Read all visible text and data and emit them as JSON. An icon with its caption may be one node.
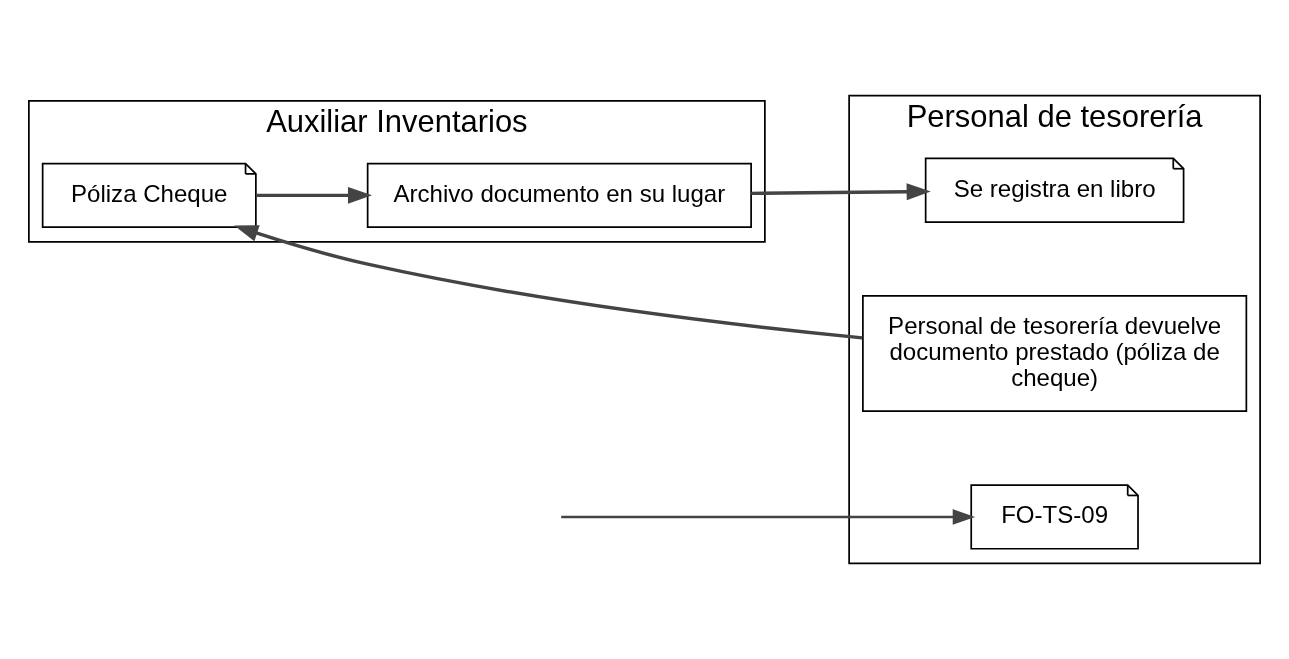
{
  "diagram": {
    "nodes": [
      {
        "text": [
          "Personal de tesorería"
        ]
      },
      {
        "text": [
          "Auxiliar Inventarios"
        ]
      },
      {
        "text": [
          "Personal de tesorería devuelve documento prestado (póliza de cheque)"
        ],
        "in": 0
      },
      {
        "text": [
          "FO-TS-09"
        ],
        "in": 0
      },
      {
        "text": [
          "Se registra en libro"
        ],
        "in": 0
      },
      {
        "text": [
          "Póliza Cheque"
        ],
        "in": 1
      },
      {
        "text": [
          "Archivo documento en su lugar"
        ],
        "in": 1
      }
    ],
    "edges": [
      {
        "from": 2,
        "to": 5,
        "arrow": "to"
      },
      {
        "from": 5,
        "to": 6,
        "arrow": "to"
      },
      {
        "from": 6,
        "to": 4,
        "arrow": "to"
      },
      {
        "from": null,
        "to": 3,
        "arrow": "to"
      }
    ]
  }
}
